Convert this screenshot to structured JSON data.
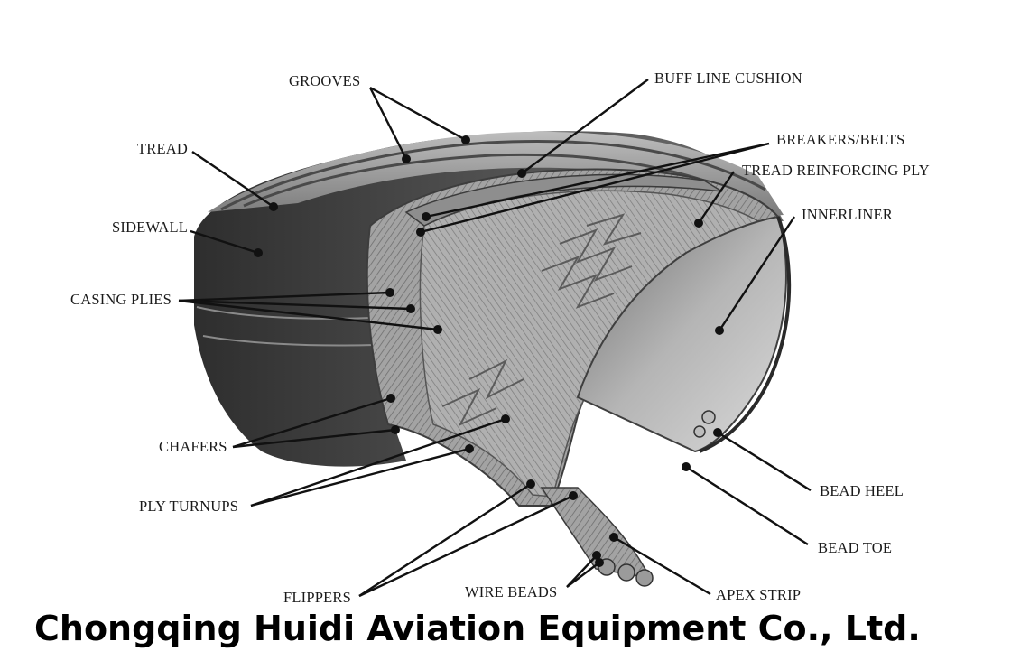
{
  "labels": {
    "grooves": "GROOVES",
    "buff_line_cushion": "BUFF LINE CUSHION",
    "tread": "TREAD",
    "breakers_belts": "BREAKERS/BELTS",
    "tread_reinforcing_ply": "TREAD REINFORCING PLY",
    "sidewall": "SIDEWALL",
    "innerliner": "INNERLINER",
    "casing_plies": "CASING PLIES",
    "chafers": "CHAFERS",
    "bead_heel": "BEAD HEEL",
    "ply_turnups": "PLY TURNUPS",
    "bead_toe": "BEAD TOE",
    "flippers": "FLIPPERS",
    "wire_beads": "WIRE BEADS",
    "apex_strip": "APEX STRIP"
  },
  "footer": {
    "company": "Chongqing Huidi Aviation Equipment Co., Ltd."
  },
  "colors": {
    "background": "#ffffff",
    "label_text": "#1a1a1a",
    "leader_line": "#111111",
    "tire_dark": "#3c3c3c",
    "tire_mid": "#6a6a6a",
    "tire_light": "#9a9a9a",
    "ply_texture": "#8c8c8c"
  }
}
